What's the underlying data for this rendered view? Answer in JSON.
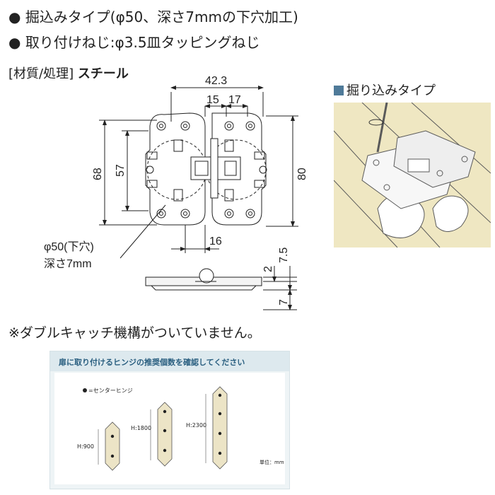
{
  "spec": {
    "bullet": "●",
    "line1": "掘込みタイプ(φ50、深さ7mmの下穴加工)",
    "line2": "取り付けねじ:φ3.5皿タッピングねじ",
    "material_label": "[材質/処理]",
    "material_value": "スチール"
  },
  "drawing": {
    "dim_width_total": "42.3",
    "dim_15": "15",
    "dim_17": "17",
    "dim_68": "68",
    "dim_57": "57",
    "dim_80": "80",
    "dim_16": "16",
    "dim_2": "2",
    "dim_7_5": "7.5",
    "dim_7": "7",
    "callout_line1": "φ50(下穴)",
    "callout_line2": "深さ7mm"
  },
  "photo": {
    "label": "掘り込みタイプ"
  },
  "note": "※ダブルキャッチ機構がついていません。",
  "recommend": {
    "title": "扉に取り付けるヒンジの推奨個数を確認してください",
    "legend": "=センターヒンジ",
    "doors": [
      {
        "label": "H:900",
        "hinges": 2
      },
      {
        "label": "H:1800",
        "hinges": 3
      },
      {
        "label": "H:2300",
        "hinges": 4
      }
    ],
    "unit": "単位：mm"
  },
  "colors": {
    "accent": "#4f7a99",
    "panel_title": "#2a5f80",
    "door": "#ece4c6"
  }
}
